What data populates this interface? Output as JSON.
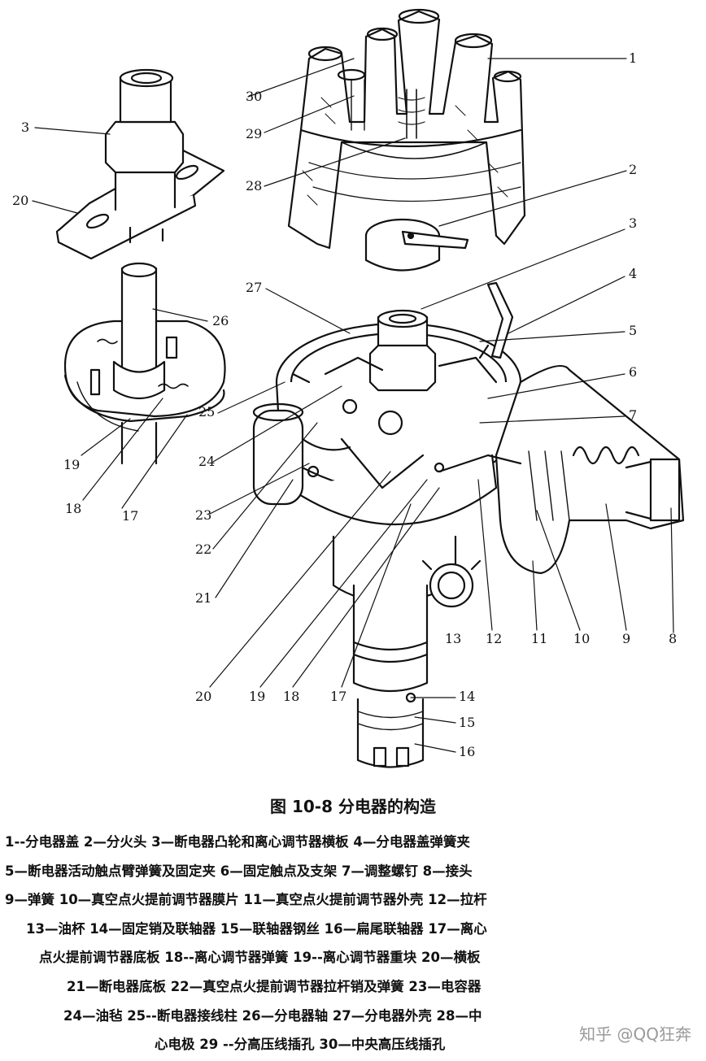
{
  "figure": {
    "caption": "图 10-8   分电器的构造"
  },
  "callouts": {
    "c1": "1",
    "c2": "2",
    "c3": "3",
    "c3b": "3",
    "c4": "4",
    "c5": "5",
    "c6": "6",
    "c7": "7",
    "c8": "8",
    "c9": "9",
    "c10": "10",
    "c11": "11",
    "c12": "12",
    "c13": "13",
    "c14": "14",
    "c15": "15",
    "c16": "16",
    "c17a": "17",
    "c17b": "17",
    "c18a": "18",
    "c18b": "18",
    "c19a": "19",
    "c19b": "19",
    "c20a": "20",
    "c20b": "20",
    "c21": "21",
    "c22": "22",
    "c23": "23",
    "c24": "24",
    "c25": "25",
    "c26": "26",
    "c27": "27",
    "c28": "28",
    "c29": "29",
    "c30": "30"
  },
  "legend": {
    "lines": [
      "1--分电器盖   2—分火头   3—断电器凸轮和离心调节器横板   4—分电器盖弹簧夹",
      "5—断电器活动触点臂弹簧及固定夹   6—固定触点及支架   7—调整螺钉   8—接头",
      "9—弹簧   10—真空点火提前调节器膜片   11—真空点火提前调节器外壳   12—拉杆",
      "13—油杯   14—固定销及联轴器   15—联轴器钢丝   16—扁尾联轴器   17—离心",
      "点火提前调节器底板   18--离心调节器弹簧   19--离心调节器重块   20—横板",
      "21—断电器底板   22—真空点火提前调节器拉杆销及弹簧   23—电容器",
      "24—油毡   25--断电器接线柱   26—分电器轴   27—分电器外壳   28—中",
      "心电极   29 --分高压线插孔   30—中央高压线插孔"
    ]
  },
  "watermark": "知乎 @QQ狂奔"
}
